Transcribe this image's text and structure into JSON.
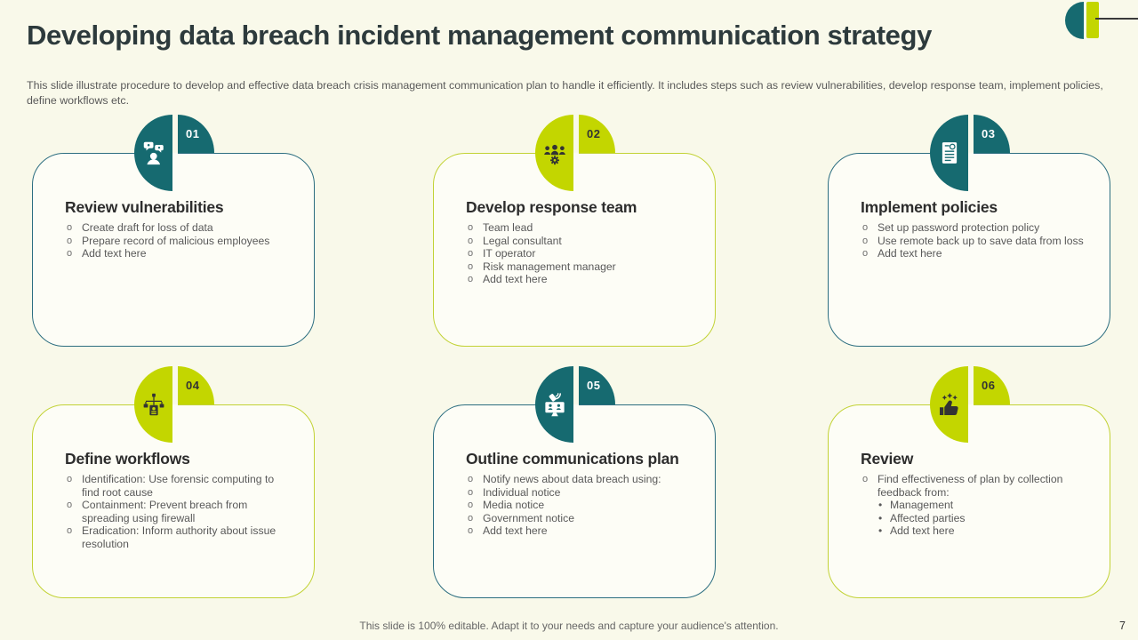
{
  "slide": {
    "title": "Developing data breach incident management communication strategy",
    "subtitle": "This slide illustrate procedure to develop and effective data breach crisis management communication plan to handle it efficiently. It includes steps such as review vulnerabilities, develop response team, implement policies, define workflows etc.",
    "footer_note": "This slide is 100% editable. Adapt it to your needs and capture your audience's attention.",
    "page_number": "7"
  },
  "colors": {
    "background": "#f9f9ea",
    "card_fill": "#fdfdf6",
    "teal": "#166a70",
    "teal_border": "#2c6e80",
    "green": "#c3d600",
    "green_border": "#c2d235",
    "title_text": "#2d3a3c",
    "body_text": "#595959"
  },
  "markers": {
    "level1": "o",
    "level2": "•"
  },
  "cards": [
    {
      "number": "01",
      "theme": "teal",
      "icon": "user-conversation-icon",
      "title": "Review vulnerabilities",
      "items": [
        {
          "level": 1,
          "text": "Create draft for loss of data"
        },
        {
          "level": 1,
          "text": "Prepare record of malicious employees"
        },
        {
          "level": 1,
          "text": "Add text here"
        }
      ]
    },
    {
      "number": "02",
      "theme": "green",
      "icon": "team-gear-icon",
      "title": "Develop response team",
      "items": [
        {
          "level": 1,
          "text": "Team lead"
        },
        {
          "level": 1,
          "text": "Legal consultant"
        },
        {
          "level": 1,
          "text": "IT operator"
        },
        {
          "level": 1,
          "text": "Risk management manager"
        },
        {
          "level": 1,
          "text": "Add text here"
        }
      ]
    },
    {
      "number": "03",
      "theme": "teal",
      "icon": "policy-document-icon",
      "title": "Implement policies",
      "items": [
        {
          "level": 1,
          "text": "Set up password protection policy"
        },
        {
          "level": 1,
          "text": "Use remote back up to save data from loss"
        },
        {
          "level": 1,
          "text": "Add text here"
        }
      ]
    },
    {
      "number": "04",
      "theme": "green",
      "icon": "workflow-hierarchy-icon",
      "title": "Define workflows",
      "items": [
        {
          "level": 1,
          "text": "Identification: Use forensic computing to find root cause"
        },
        {
          "level": 1,
          "text": "Containment: Prevent breach from spreading using firewall"
        },
        {
          "level": 1,
          "text": "Eradication: Inform authority about issue resolution"
        }
      ]
    },
    {
      "number": "05",
      "theme": "teal",
      "icon": "broadcast-monitor-icon",
      "title": "Outline communications plan",
      "items": [
        {
          "level": 1,
          "text": "Notify news about data breach using:"
        },
        {
          "level": 1,
          "text": "Individual notice"
        },
        {
          "level": 1,
          "text": "Media notice"
        },
        {
          "level": 1,
          "text": "Government notice"
        },
        {
          "level": 1,
          "text": "Add text here"
        }
      ]
    },
    {
      "number": "06",
      "theme": "green",
      "icon": "feedback-thumbs-up-icon",
      "title": "Review",
      "items": [
        {
          "level": 1,
          "text": "Find effectiveness of plan by collection feedback from:"
        },
        {
          "level": 2,
          "text": "Management"
        },
        {
          "level": 2,
          "text": "Affected parties"
        },
        {
          "level": 2,
          "text": "Add text here"
        }
      ]
    }
  ]
}
